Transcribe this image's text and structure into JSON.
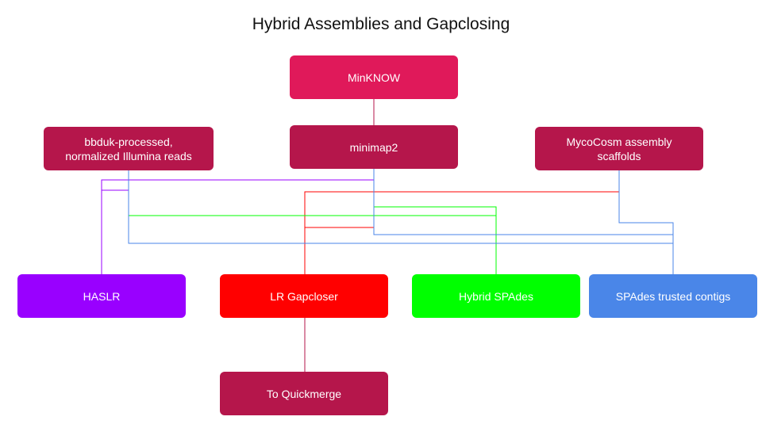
{
  "title": "Hybrid Assemblies and Gapclosing",
  "colors": {
    "dark_crimson": "#b5164b",
    "crimson": "#e0195a",
    "purple": "#9900ff",
    "red": "#ff0000",
    "green": "#00ff00",
    "blue": "#4a86e8"
  },
  "nodes": {
    "minknow": "MinKNOW",
    "minimap2": "minimap2",
    "illumina_reads": "bbduk-processed,\nnormalized Illumina reads",
    "mycocosm": "MycoCosm assembly\nscaffolds",
    "haslr": "HASLR",
    "lr_gapcloser": "LR Gapcloser",
    "hybrid_spades": "Hybrid SPAdes",
    "spades_trusted": "SPAdes trusted contigs",
    "quickmerge": "To Quickmerge"
  },
  "edges": [
    {
      "from": "MinKNOW",
      "to": "minimap2",
      "color": "dark"
    },
    {
      "from": "minimap2",
      "to": "HASLR",
      "color": "purple"
    },
    {
      "from": "minimap2",
      "to": "LR Gapcloser",
      "color": "red"
    },
    {
      "from": "minimap2",
      "to": "Hybrid SPAdes",
      "color": "green"
    },
    {
      "from": "minimap2",
      "to": "SPAdes trusted contigs",
      "color": "blue"
    },
    {
      "from": "bbduk-processed, normalized Illumina reads",
      "to": "HASLR",
      "color": "purple"
    },
    {
      "from": "bbduk-processed, normalized Illumina reads",
      "to": "Hybrid SPAdes",
      "color": "green"
    },
    {
      "from": "bbduk-processed, normalized Illumina reads",
      "to": "SPAdes trusted contigs",
      "color": "blue"
    },
    {
      "from": "MycoCosm assembly scaffolds",
      "to": "LR Gapcloser",
      "color": "red"
    },
    {
      "from": "MycoCosm assembly scaffolds",
      "to": "SPAdes trusted contigs",
      "color": "blue"
    },
    {
      "from": "LR Gapcloser",
      "to": "To Quickmerge",
      "color": "dark"
    }
  ]
}
